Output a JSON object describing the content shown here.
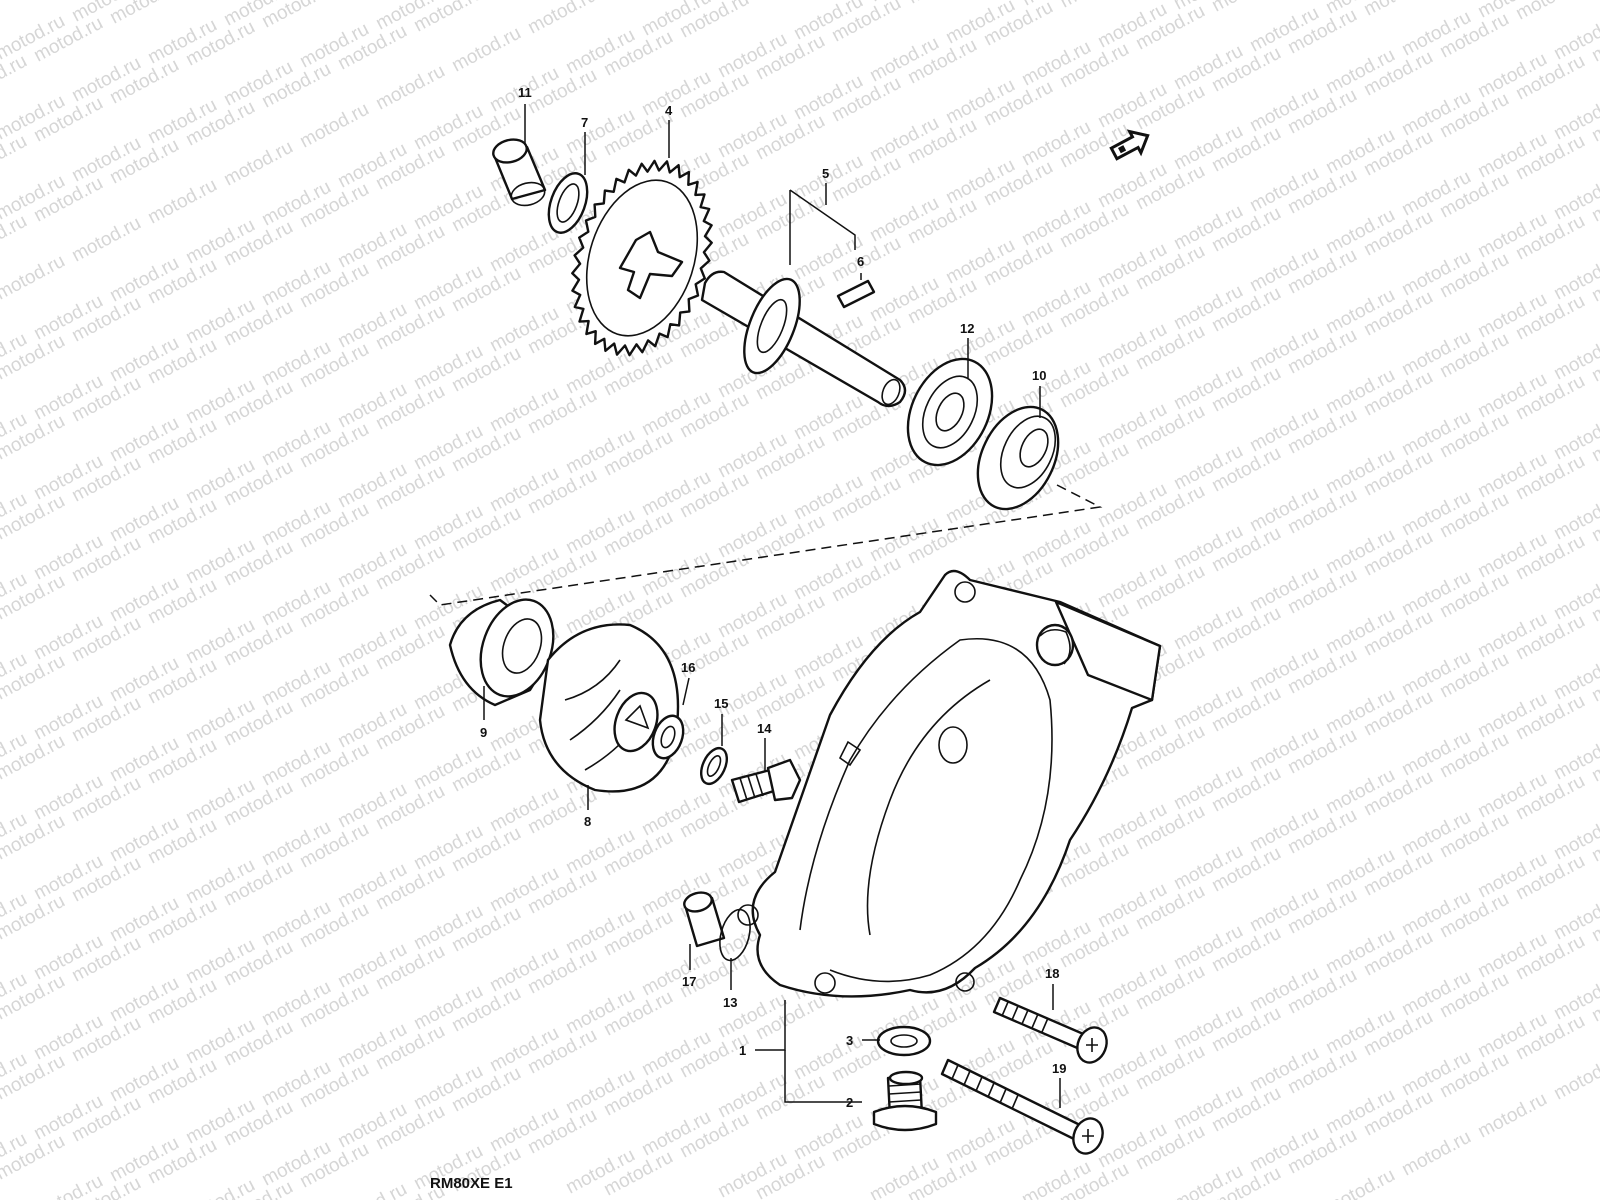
{
  "watermark": {
    "text": "motod.ru"
  },
  "caption": "RM80XE E1",
  "colors": {
    "line": "#111111",
    "watermark": "#d6d6d6",
    "background": "#ffffff"
  },
  "callouts": [
    {
      "id": "11",
      "label": "11"
    },
    {
      "id": "7",
      "label": "7"
    },
    {
      "id": "4",
      "label": "4"
    },
    {
      "id": "5",
      "label": "5"
    },
    {
      "id": "6",
      "label": "6"
    },
    {
      "id": "12",
      "label": "12"
    },
    {
      "id": "10",
      "label": "10"
    },
    {
      "id": "16",
      "label": "16"
    },
    {
      "id": "15",
      "label": "15"
    },
    {
      "id": "14",
      "label": "14"
    },
    {
      "id": "9",
      "label": "9"
    },
    {
      "id": "8",
      "label": "8"
    },
    {
      "id": "17",
      "label": "17"
    },
    {
      "id": "13",
      "label": "13"
    },
    {
      "id": "18",
      "label": "18"
    },
    {
      "id": "3",
      "label": "3"
    },
    {
      "id": "1",
      "label": "1"
    },
    {
      "id": "19",
      "label": "19"
    },
    {
      "id": "2",
      "label": "2"
    }
  ],
  "icons": {
    "direction": "front-arrow-icon"
  }
}
